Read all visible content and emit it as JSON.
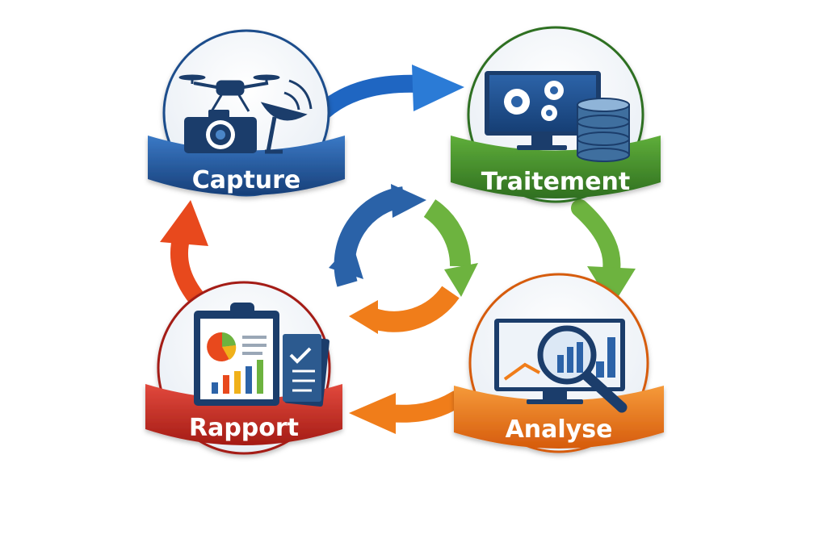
{
  "stages": {
    "capture": {
      "label": "Capture",
      "color": "#1f4e8c",
      "icons": [
        "drone-icon",
        "camera-icon",
        "satellite-dish-icon"
      ]
    },
    "traitement": {
      "label": "Traitement",
      "color": "#3a8a2a",
      "icons": [
        "monitor-gears-icon",
        "database-icon"
      ]
    },
    "analyse": {
      "label": "Analyse",
      "color": "#e56a12",
      "icons": [
        "monitor-chart-icon",
        "magnifier-icon"
      ]
    },
    "rapport": {
      "label": "Rapport",
      "color": "#c8281f",
      "icons": [
        "clipboard-report-icon",
        "checklist-icon"
      ]
    }
  },
  "cycle": {
    "colors": [
      "#2a62a8",
      "#6db33f",
      "#f07d1a"
    ],
    "icon": "cycle-arrows-icon"
  },
  "connectors": [
    {
      "from": "Capture",
      "to": "Traitement",
      "color": "#1f66c2"
    },
    {
      "from": "Traitement",
      "to": "Analyse",
      "color": "#6db33f"
    },
    {
      "from": "Analyse",
      "to": "Rapport",
      "color": "#f07d1a"
    },
    {
      "from": "Rapport",
      "to": "Capture",
      "color": "#e8491d"
    }
  ]
}
